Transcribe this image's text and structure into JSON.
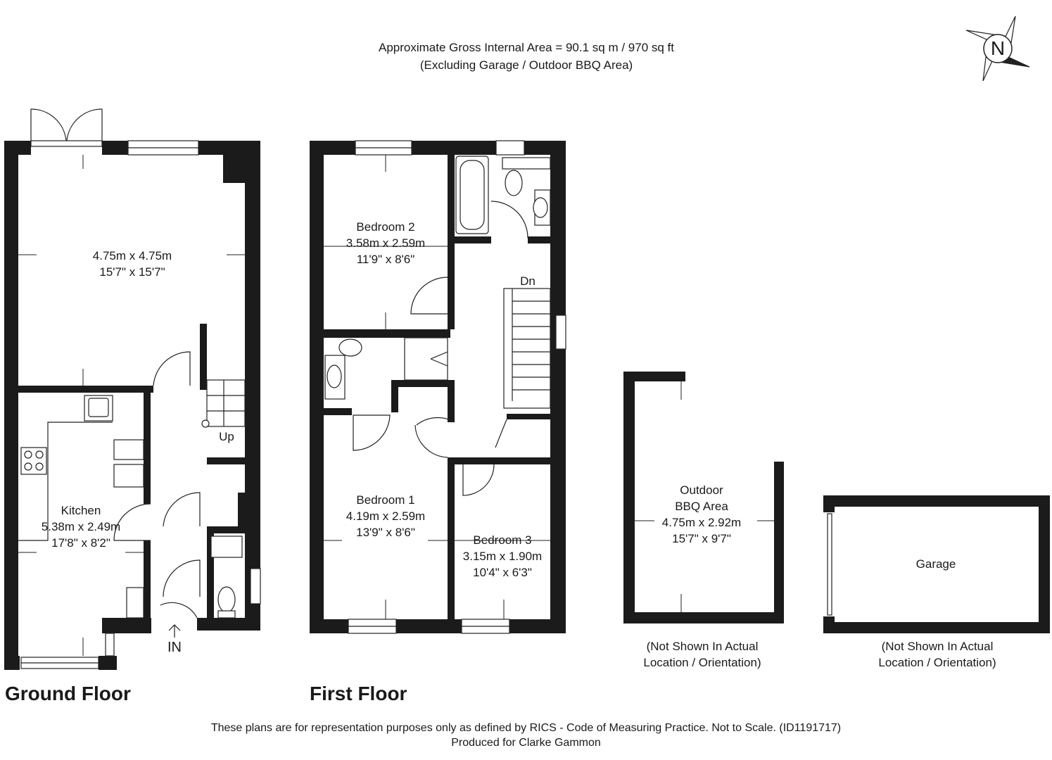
{
  "header": {
    "line1": "Approximate Gross Internal Area = 90.1 sq m / 970 sq ft",
    "line2": "(Excluding Garage / Outdoor BBQ Area)"
  },
  "compass": {
    "label": "N"
  },
  "ground_floor": {
    "title": "Ground Floor",
    "living": {
      "metric": "4.75m x 4.75m",
      "imperial": "15'7\" x 15'7\""
    },
    "kitchen": {
      "name": "Kitchen",
      "metric": "5.38m x 2.49m",
      "imperial": "17'8\" x 8'2\""
    },
    "stairs_label": "Up",
    "entrance_label": "IN"
  },
  "first_floor": {
    "title": "First Floor",
    "bedroom2": {
      "name": "Bedroom 2",
      "metric": "3.58m x 2.59m",
      "imperial": "11'9\" x 8'6\""
    },
    "bedroom1": {
      "name": "Bedroom 1",
      "metric": "4.19m x 2.59m",
      "imperial": "13'9\" x 8'6\""
    },
    "bedroom3": {
      "name": "Bedroom 3",
      "metric": "3.15m x 1.90m",
      "imperial": "10'4\" x 6'3\""
    },
    "stairs_label": "Dn"
  },
  "outdoor": {
    "name_line1": "Outdoor",
    "name_line2": "BBQ Area",
    "metric": "4.75m x 2.92m",
    "imperial": "15'7\" x 9'7\"",
    "note_line1": "(Not Shown In Actual",
    "note_line2": "Location / Orientation)"
  },
  "garage": {
    "name": "Garage",
    "note_line1": "(Not Shown In Actual",
    "note_line2": "Location / Orientation)"
  },
  "footer": {
    "line1": "These plans are for representation purposes only as defined by RICS - Code of Measuring Practice. Not to Scale. (ID1191717)",
    "line2": "Produced for Clarke Gammon"
  }
}
